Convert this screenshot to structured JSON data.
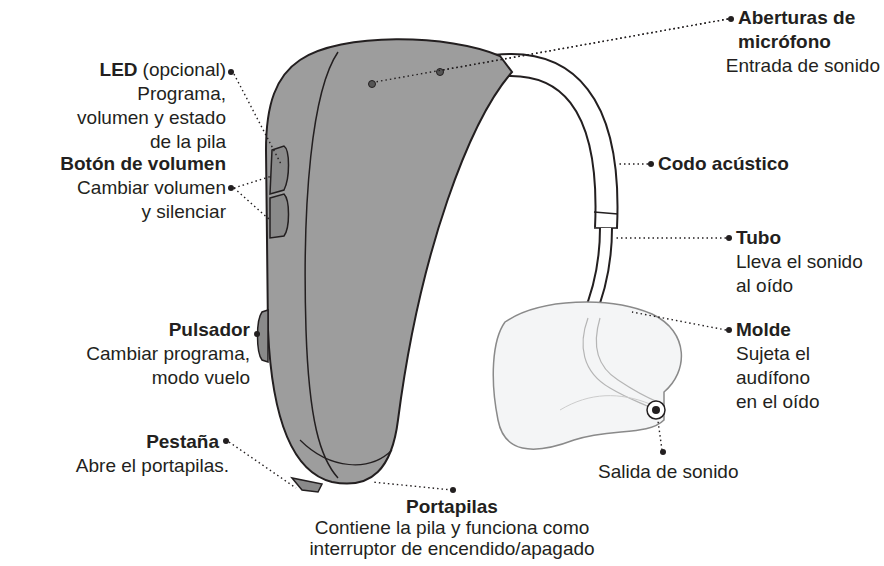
{
  "diagram": {
    "labels": [
      "LED",
      "(opcional)",
      "Programa, volumen y estado de la pila",
      "Botón de volumen",
      "Cambiar volumen y silenciar",
      "Pulsador",
      "Cambiar programa, modo vuelo",
      "Pestaña",
      "Abre el portapilas.",
      "Portapilas",
      "Contiene la pila y funciona como interruptor de encendido/apagado",
      "Aberturas de micrófono",
      "Entrada de sonido",
      "Codo acústico",
      "Tubo",
      "Lleva el sonido al oído",
      "Molde",
      "Sujeta el audífono en el oído",
      "Salida de sonido"
    ]
  }
}
